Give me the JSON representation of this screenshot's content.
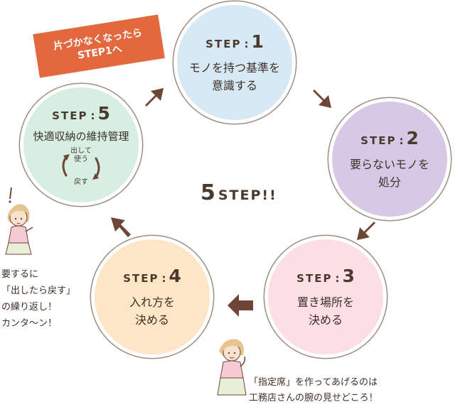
{
  "banner": {
    "text": "片づかなくなったら\nSTEP1へ"
  },
  "center": {
    "number": "5",
    "word": "STEP!!"
  },
  "steps": [
    {
      "word": "STEP",
      "colon": ":",
      "number": "1",
      "text": "モノを持つ基準を\n意識する",
      "color": "#d7e9f5"
    },
    {
      "word": "STEP",
      "colon": ":",
      "number": "2",
      "text": "要らないモノを\n処分",
      "color": "#d7c9e6"
    },
    {
      "word": "STEP",
      "colon": ":",
      "number": "3",
      "text": "置き場所を\n決める",
      "color": "#fbdfe5"
    },
    {
      "word": "STEP",
      "colon": ":",
      "number": "4",
      "text": "入れ方を\n決める",
      "color": "#fde6c6"
    },
    {
      "word": "STEP",
      "colon": ":",
      "number": "5",
      "text": "快適収納の維持管理",
      "color": "#d7efe2",
      "cycle": {
        "top": "出して\n使う",
        "bottom": "戻す"
      }
    }
  ],
  "notes": {
    "left": "要するに\n「出したら戻す」\nの繰り返し！\nカンタ〜ン！",
    "bottom": "「指定席」を作ってあげるのは\n工務店さんの腕の見せどころ！"
  },
  "colors": {
    "arrow": "#6e4638",
    "banner": "#e4683d",
    "text": "#4a3a2e"
  }
}
